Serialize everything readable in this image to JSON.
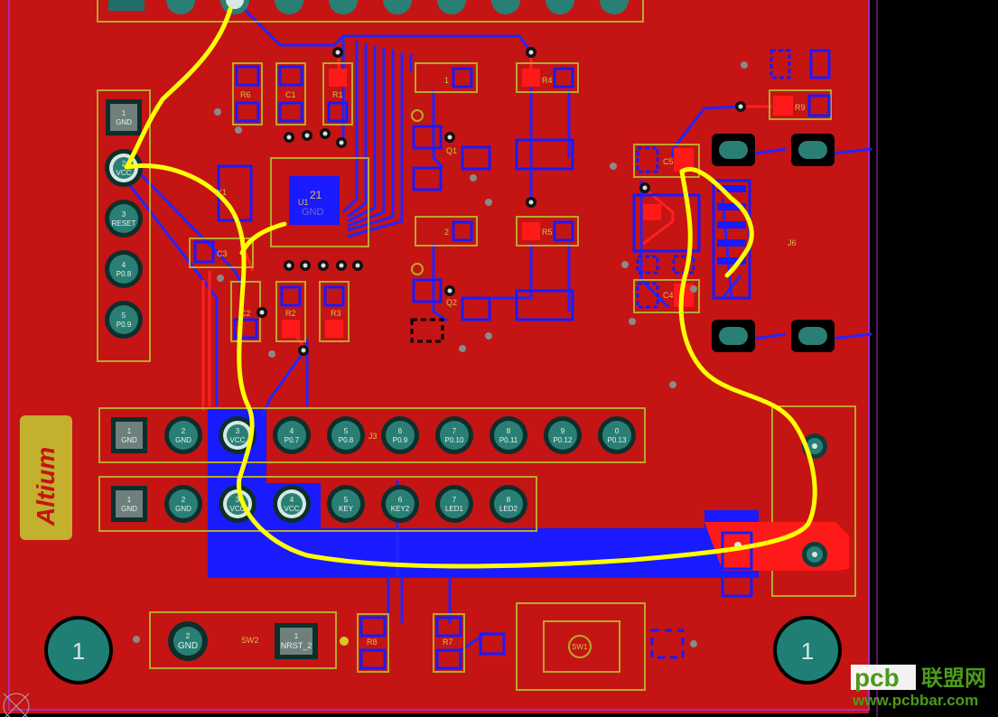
{
  "brand": {
    "name": "Altium"
  },
  "watermark": {
    "logo": "pcb",
    "text_cn": "联盟网",
    "url": "www.pcbbar.com"
  },
  "colors": {
    "board": "#c41414",
    "top_copper": "#ff1a1a",
    "bottom_copper": "#1a1aff",
    "overlay": "#b8a82a",
    "pad": "#1f7f74",
    "highlight": "#ffff00",
    "outline": "#c020c0"
  },
  "refdes": {
    "r6": "R6",
    "c1": "C1",
    "r1": "R1",
    "r4": "R4",
    "q1": "Q1",
    "r5": "R5",
    "q2": "Q2",
    "u1": "U1",
    "y1": "Y1",
    "c3": "C3",
    "c2": "C2",
    "r2": "R2",
    "r3": "R3",
    "r9": "R9",
    "c5": "C5",
    "c4": "C4",
    "j6": "J6",
    "j3": "J3",
    "sw2": "SW2",
    "r8": "R8",
    "r7": "R7",
    "sw1": "SW1",
    "u1_center": "21",
    "u1_center_net": "GND",
    "d1": "1",
    "d2": "2",
    "hole": "1"
  },
  "left_header": [
    {
      "num": "1",
      "net": "GND"
    },
    {
      "num": "2",
      "net": "VCC"
    },
    {
      "num": "3",
      "net": "RESET"
    },
    {
      "num": "4",
      "net": "P0.8"
    },
    {
      "num": "5",
      "net": "P0.9"
    }
  ],
  "header_row1": [
    {
      "num": "1",
      "net": "GND"
    },
    {
      "num": "2",
      "net": "GND"
    },
    {
      "num": "3",
      "net": "VCC"
    },
    {
      "num": "4",
      "net": "P0.7"
    },
    {
      "num": "5",
      "net": "P0.8"
    },
    {
      "num": "6",
      "net": "P0.9"
    },
    {
      "num": "7",
      "net": "P0.10"
    },
    {
      "num": "8",
      "net": "P0.11"
    },
    {
      "num": "9",
      "net": "P0.12"
    },
    {
      "num": "0",
      "net": "P0.13"
    }
  ],
  "header_row2": [
    {
      "num": "1",
      "net": "GND"
    },
    {
      "num": "2",
      "net": "GND"
    },
    {
      "num": "3",
      "net": "VCC"
    },
    {
      "num": "4",
      "net": "VCC"
    },
    {
      "num": "5",
      "net": "KEY"
    },
    {
      "num": "6",
      "net": "KEY2"
    },
    {
      "num": "7",
      "net": "LED1"
    },
    {
      "num": "8",
      "net": "LED2"
    }
  ],
  "sw2_pads": [
    {
      "num": "2",
      "net": "GND"
    },
    {
      "num": "1",
      "net": "NRST_2"
    }
  ]
}
